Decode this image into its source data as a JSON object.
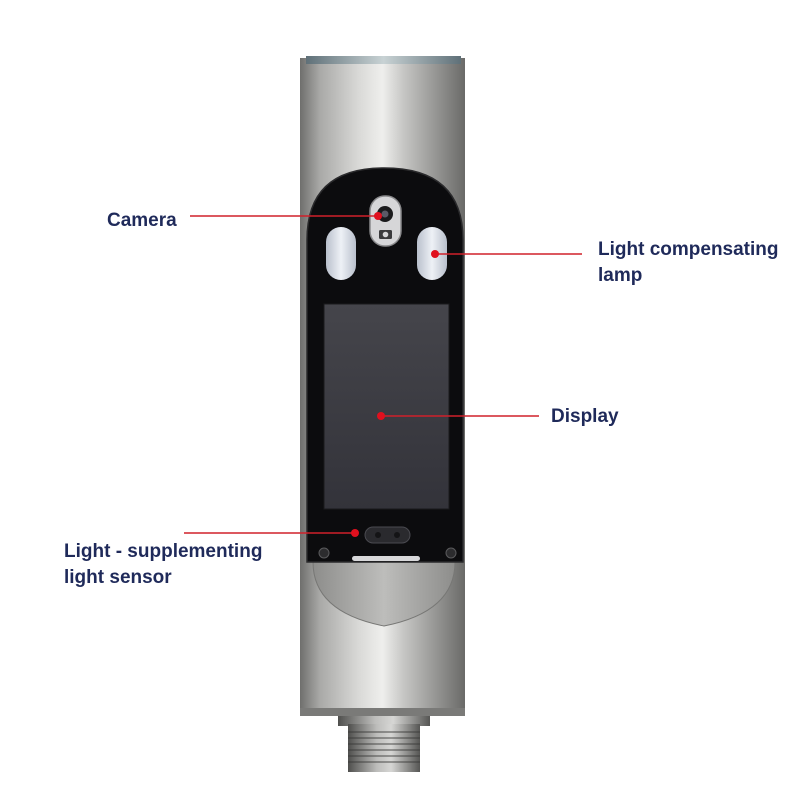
{
  "labels": {
    "camera": "Camera",
    "lamp_line1": "Light compensating",
    "lamp_line2": "lamp",
    "display": "Display",
    "sensor_line1": "Light - supplementing",
    "sensor_line2": "light sensor"
  },
  "colors": {
    "label_text": "#1f2a5a",
    "callout_line": "#d0202a",
    "callout_dot": "#e0101e",
    "steel_light": "#e4e4e2",
    "steel_mid": "#a9a9a7",
    "steel_dark": "#6f6f6d",
    "panel_black": "#0c0c0e",
    "screen": "#3b3b41",
    "lamp_white": "#dfe3ec"
  },
  "icons": {
    "camera": "camera-icon"
  }
}
